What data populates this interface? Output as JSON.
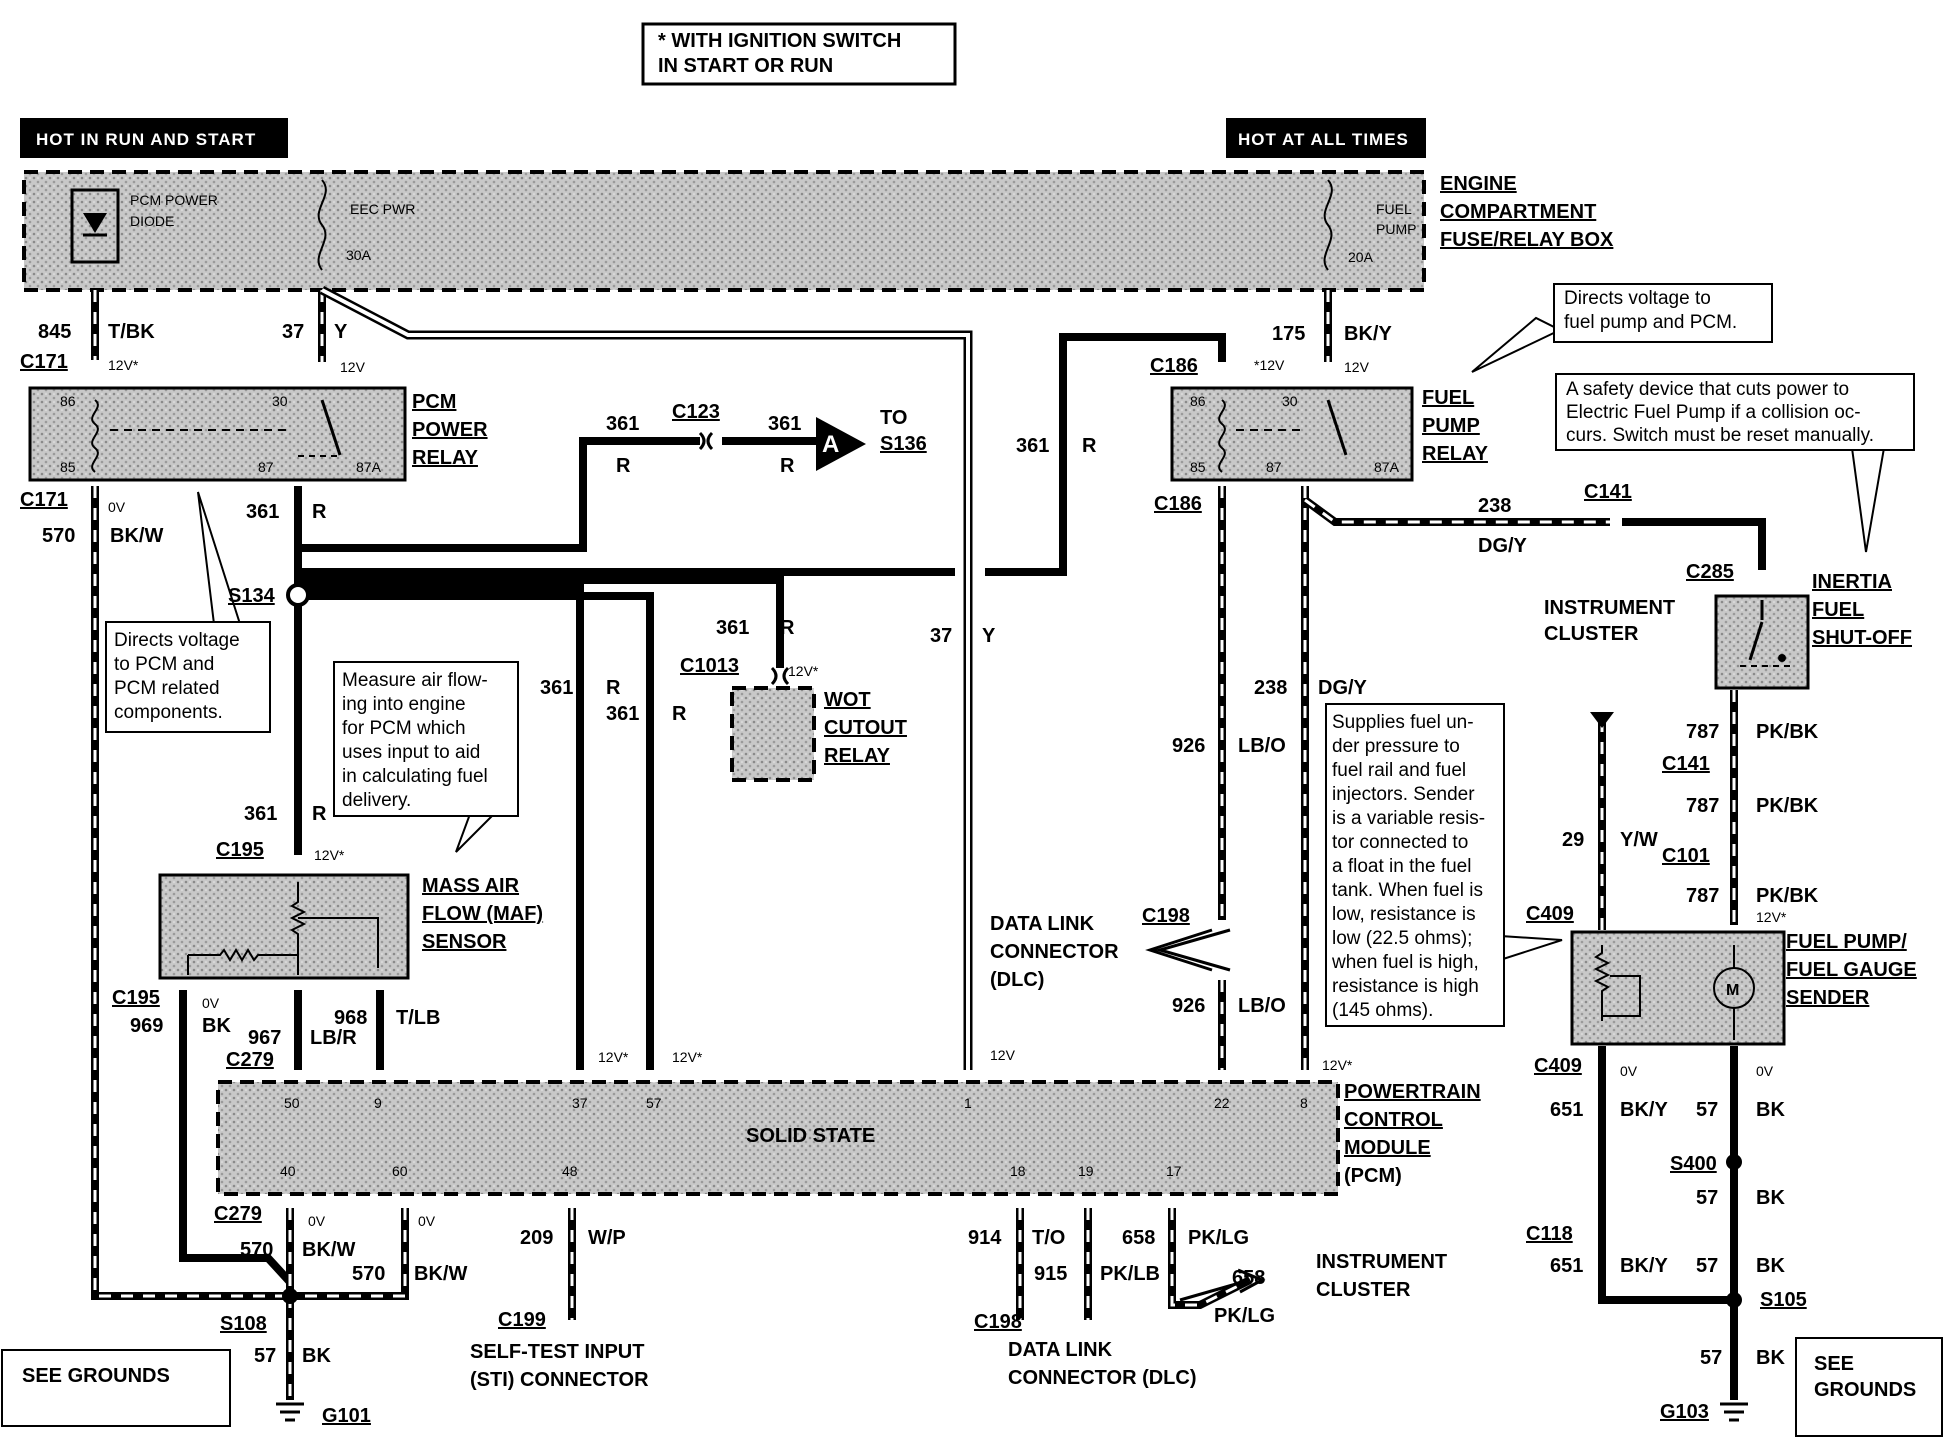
{
  "ignition_note": [
    "* WITH IGNITION SWITCH",
    "IN START OR RUN"
  ],
  "headers": {
    "left": "HOT IN  RUN AND START",
    "right": "HOT AT ALL TIMES"
  },
  "fuse_box": {
    "title": [
      "ENGINE",
      "COMPARTMENT",
      "FUSE/RELAY BOX"
    ],
    "diode": [
      "PCM POWER",
      "DIODE"
    ],
    "eec_pwr": "EEC PWR",
    "eec_amp": "30A",
    "fuel_pump": [
      "FUEL",
      "PUMP"
    ],
    "fuel_pump_amp": "20A"
  },
  "wires": {
    "w845": "845",
    "w845c": "T/BK",
    "w37": "37",
    "w37c": "Y",
    "w175": "175",
    "w175c": "BK/Y",
    "w361": "361",
    "w361c": "R",
    "w570": "570",
    "w570c": "BK/W",
    "w238": "238",
    "w238c": "DG/Y",
    "w926": "926",
    "w926c": "LB/O",
    "w29": "29",
    "w29c": "Y/W",
    "w787": "787",
    "w787c": "PK/BK",
    "w969": "969",
    "w969c": "BK",
    "w967": "967",
    "w967c": "LB/R",
    "w968": "968",
    "w968c": "T/LB",
    "w209": "209",
    "w209c": "W/P",
    "w914": "914",
    "w914c": "T/O",
    "w915": "915",
    "w915c": "PK/LB",
    "w658": "658",
    "w658c": "PK/LG",
    "w651": "651",
    "w651c": "BK/Y",
    "w57": "57",
    "w57c": "BK"
  },
  "connectors": {
    "c171": "C171",
    "c186": "C186",
    "c123": "C123",
    "c1013": "C1013",
    "c195": "C195",
    "c279": "C279",
    "c141": "C141",
    "c285": "C285",
    "c101": "C101",
    "c409": "C409",
    "c198": "C198",
    "c199": "C199",
    "c118": "C118",
    "s134": "S134",
    "s108": "S108",
    "s400": "S400",
    "s105": "S105",
    "g101": "G101",
    "g103": "G103"
  },
  "voltages": {
    "v12": "12V",
    "v12s": "12V*",
    "v0": "0V",
    "vs12": "*12V"
  },
  "components": {
    "pcm_relay": [
      "PCM",
      "POWER",
      "RELAY"
    ],
    "fuel_relay": [
      "FUEL",
      "PUMP",
      "RELAY"
    ],
    "maf": [
      "MASS AIR",
      "FLOW (MAF)",
      "SENSOR"
    ],
    "wot": [
      "WOT",
      "CUTOUT",
      "RELAY"
    ],
    "inertia": [
      "INERTIA",
      "FUEL",
      "SHUT-OFF"
    ],
    "fuel_sender": [
      "FUEL PUMP/",
      "FUEL GAUGE",
      "SENDER"
    ],
    "pcm": [
      "POWERTRAIN",
      "CONTROL",
      "MODULE",
      "(PCM)"
    ],
    "pcm_inner": "SOLID STATE",
    "to_label": "TO",
    "to_target": "S136",
    "arrow_letter": "A",
    "instrument_cluster": [
      "INSTRUMENT",
      "CLUSTER"
    ],
    "dlc": [
      "DATA LINK",
      "CONNECTOR",
      "(DLC)"
    ],
    "dlc_bottom": [
      "DATA LINK",
      "CONNECTOR (DLC)"
    ],
    "sti": [
      "SELF-TEST INPUT",
      "(STI) CONNECTOR"
    ],
    "see_grounds": [
      "SEE GROUNDS"
    ],
    "see_grounds_right": [
      "SEE",
      "GROUNDS"
    ],
    "motor": "M"
  },
  "pcm_pins": {
    "top": [
      "50",
      "9",
      "37",
      "57",
      "1",
      "22",
      "8"
    ],
    "bottom": [
      "40",
      "60",
      "48",
      "18",
      "19",
      "17"
    ]
  },
  "relay_pins": [
    "86",
    "30",
    "85",
    "87",
    "87A"
  ],
  "notes": {
    "fuel_relay": [
      "Directs voltage to",
      "fuel pump and PCM."
    ],
    "inertia": [
      "A safety device that cuts power to",
      "Electric Fuel Pump if a collision oc-",
      "curs. Switch must be reset manually."
    ],
    "pcm_relay": [
      "Directs voltage",
      "to  PCM  and",
      "PCM    related",
      "components."
    ],
    "maf": [
      "Measure air flow-",
      "ing  into  engine",
      "for  PCM  which",
      "uses input to aid",
      "in calculating fuel",
      "delivery."
    ],
    "sender": [
      "Supplies fuel un-",
      "der  pressure  to",
      "fuel rail and fuel",
      "injectors. Sender",
      "is a variable resis-",
      "tor connected to",
      "a float in the fuel",
      "tank. When fuel is",
      "low, resistance is",
      "low (22.5 ohms);",
      "when fuel is high,",
      "resistance is high",
      "(145 ohms)."
    ]
  }
}
